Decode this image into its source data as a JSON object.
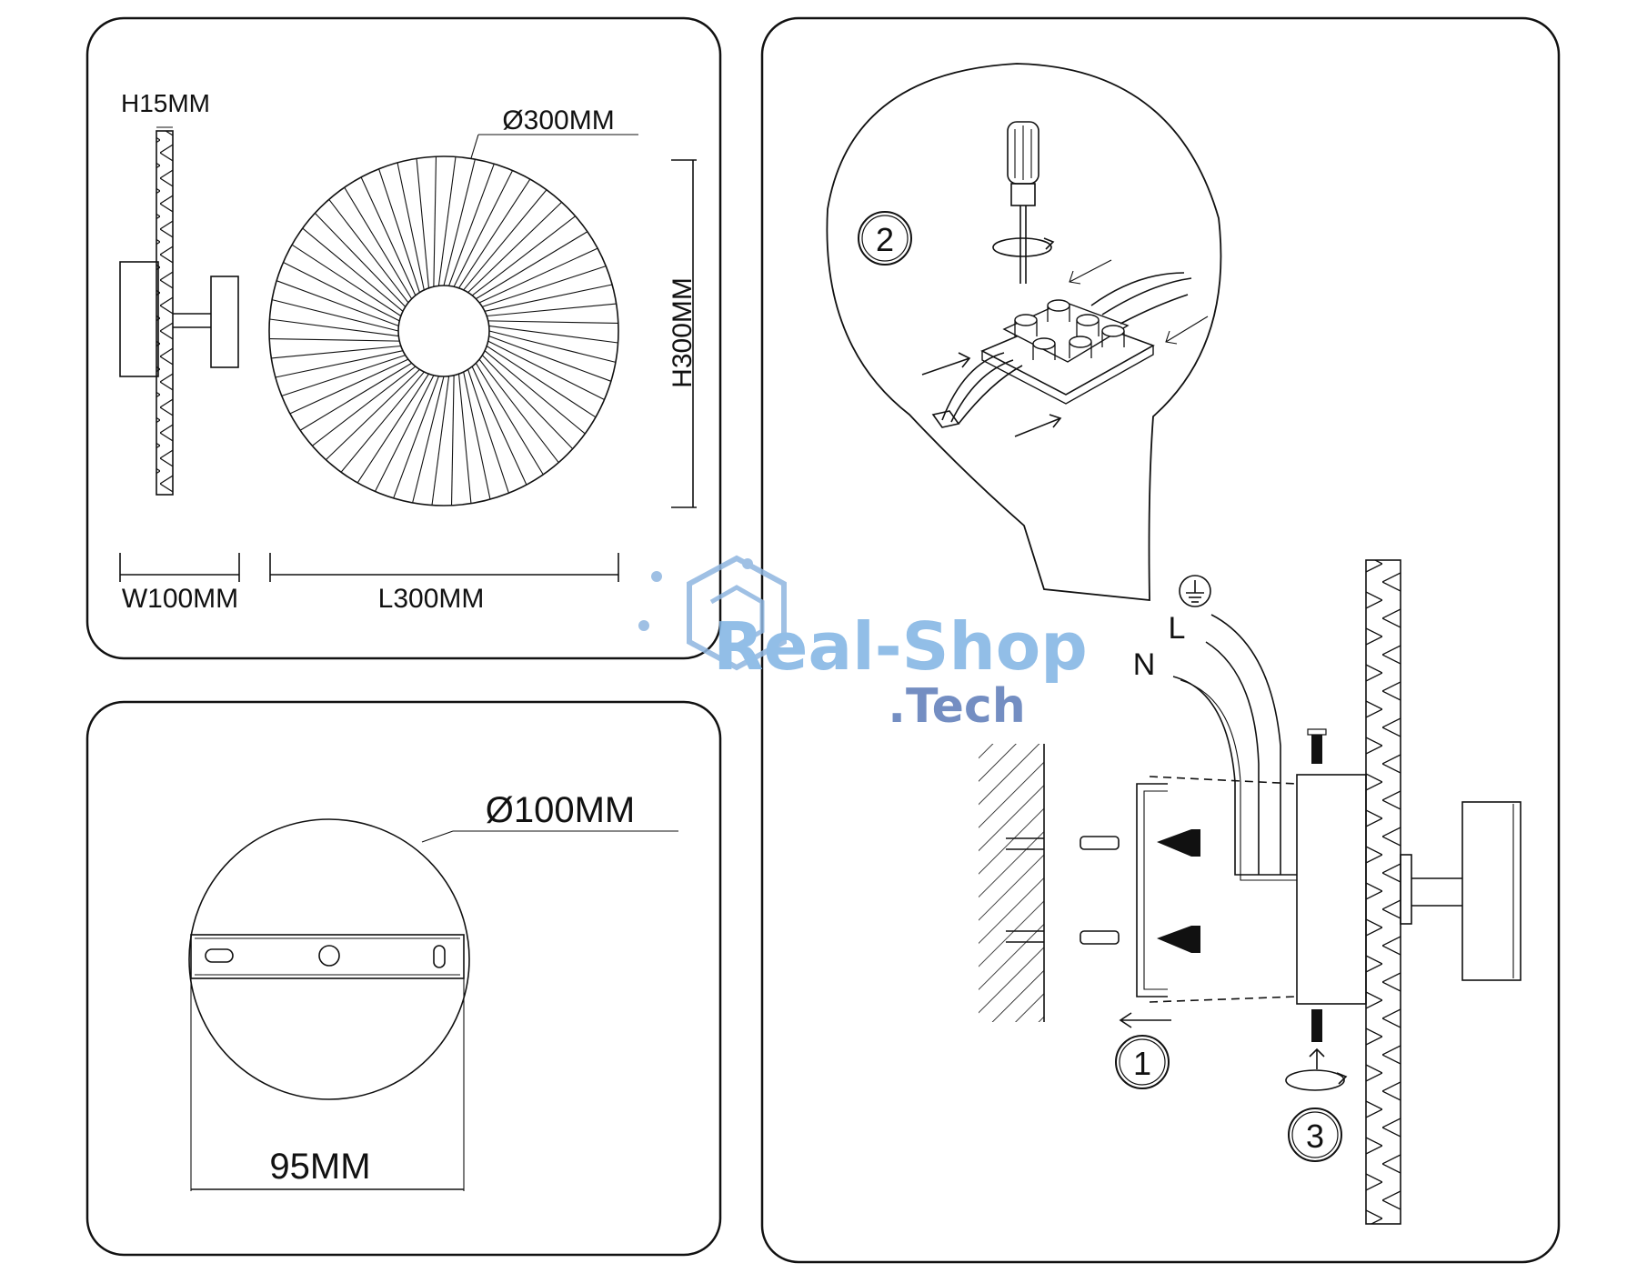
{
  "dimensions": {
    "h15": "H15MM",
    "d300": "Ø300MM",
    "h300": "H300MM",
    "w100": "W100MM",
    "l300": "L300MM",
    "d100": "Ø100MM",
    "w95": "95MM"
  },
  "steps": {
    "one": "1",
    "two": "2",
    "three": "3"
  },
  "wires": {
    "live": "L",
    "neutral": "N"
  },
  "watermark": {
    "brand": "Real-Shop",
    "suffix": ".Tech"
  },
  "colors": {
    "line": "#111111",
    "watermark": "#7fb3e3",
    "watermark_dark": "#5c7bb8"
  }
}
